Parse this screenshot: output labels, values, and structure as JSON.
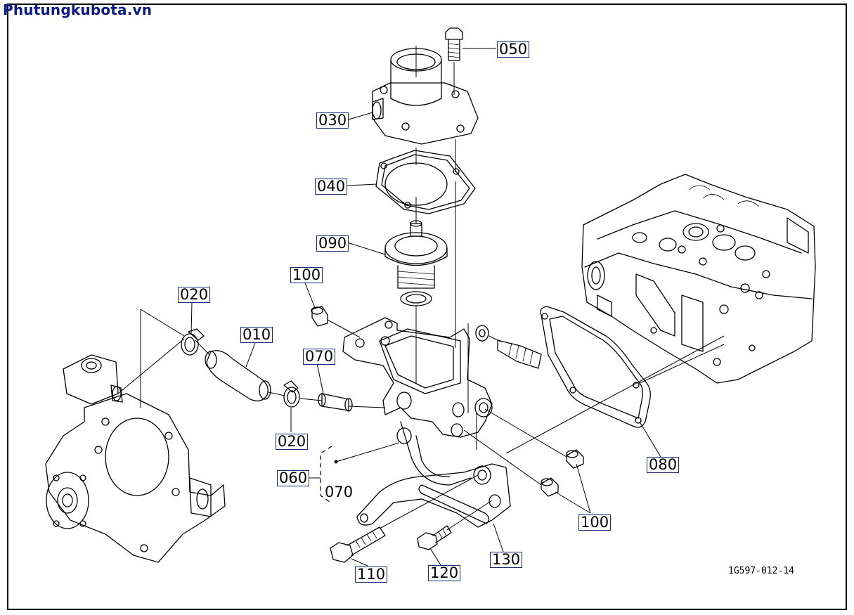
{
  "watermark": "Phutungkubota.vn",
  "drawing_code": "1G597-012-14",
  "callouts": {
    "p050": "050",
    "p030": "030",
    "p040": "040",
    "p090": "090",
    "p100_top": "100",
    "p020_top": "020",
    "p010": "010",
    "p070_top": "070",
    "p020_bottom": "020",
    "p060": "060",
    "p070_group": "070",
    "p080": "080",
    "p100_right": "100",
    "p110": "110",
    "p120": "120",
    "p130": "130"
  }
}
